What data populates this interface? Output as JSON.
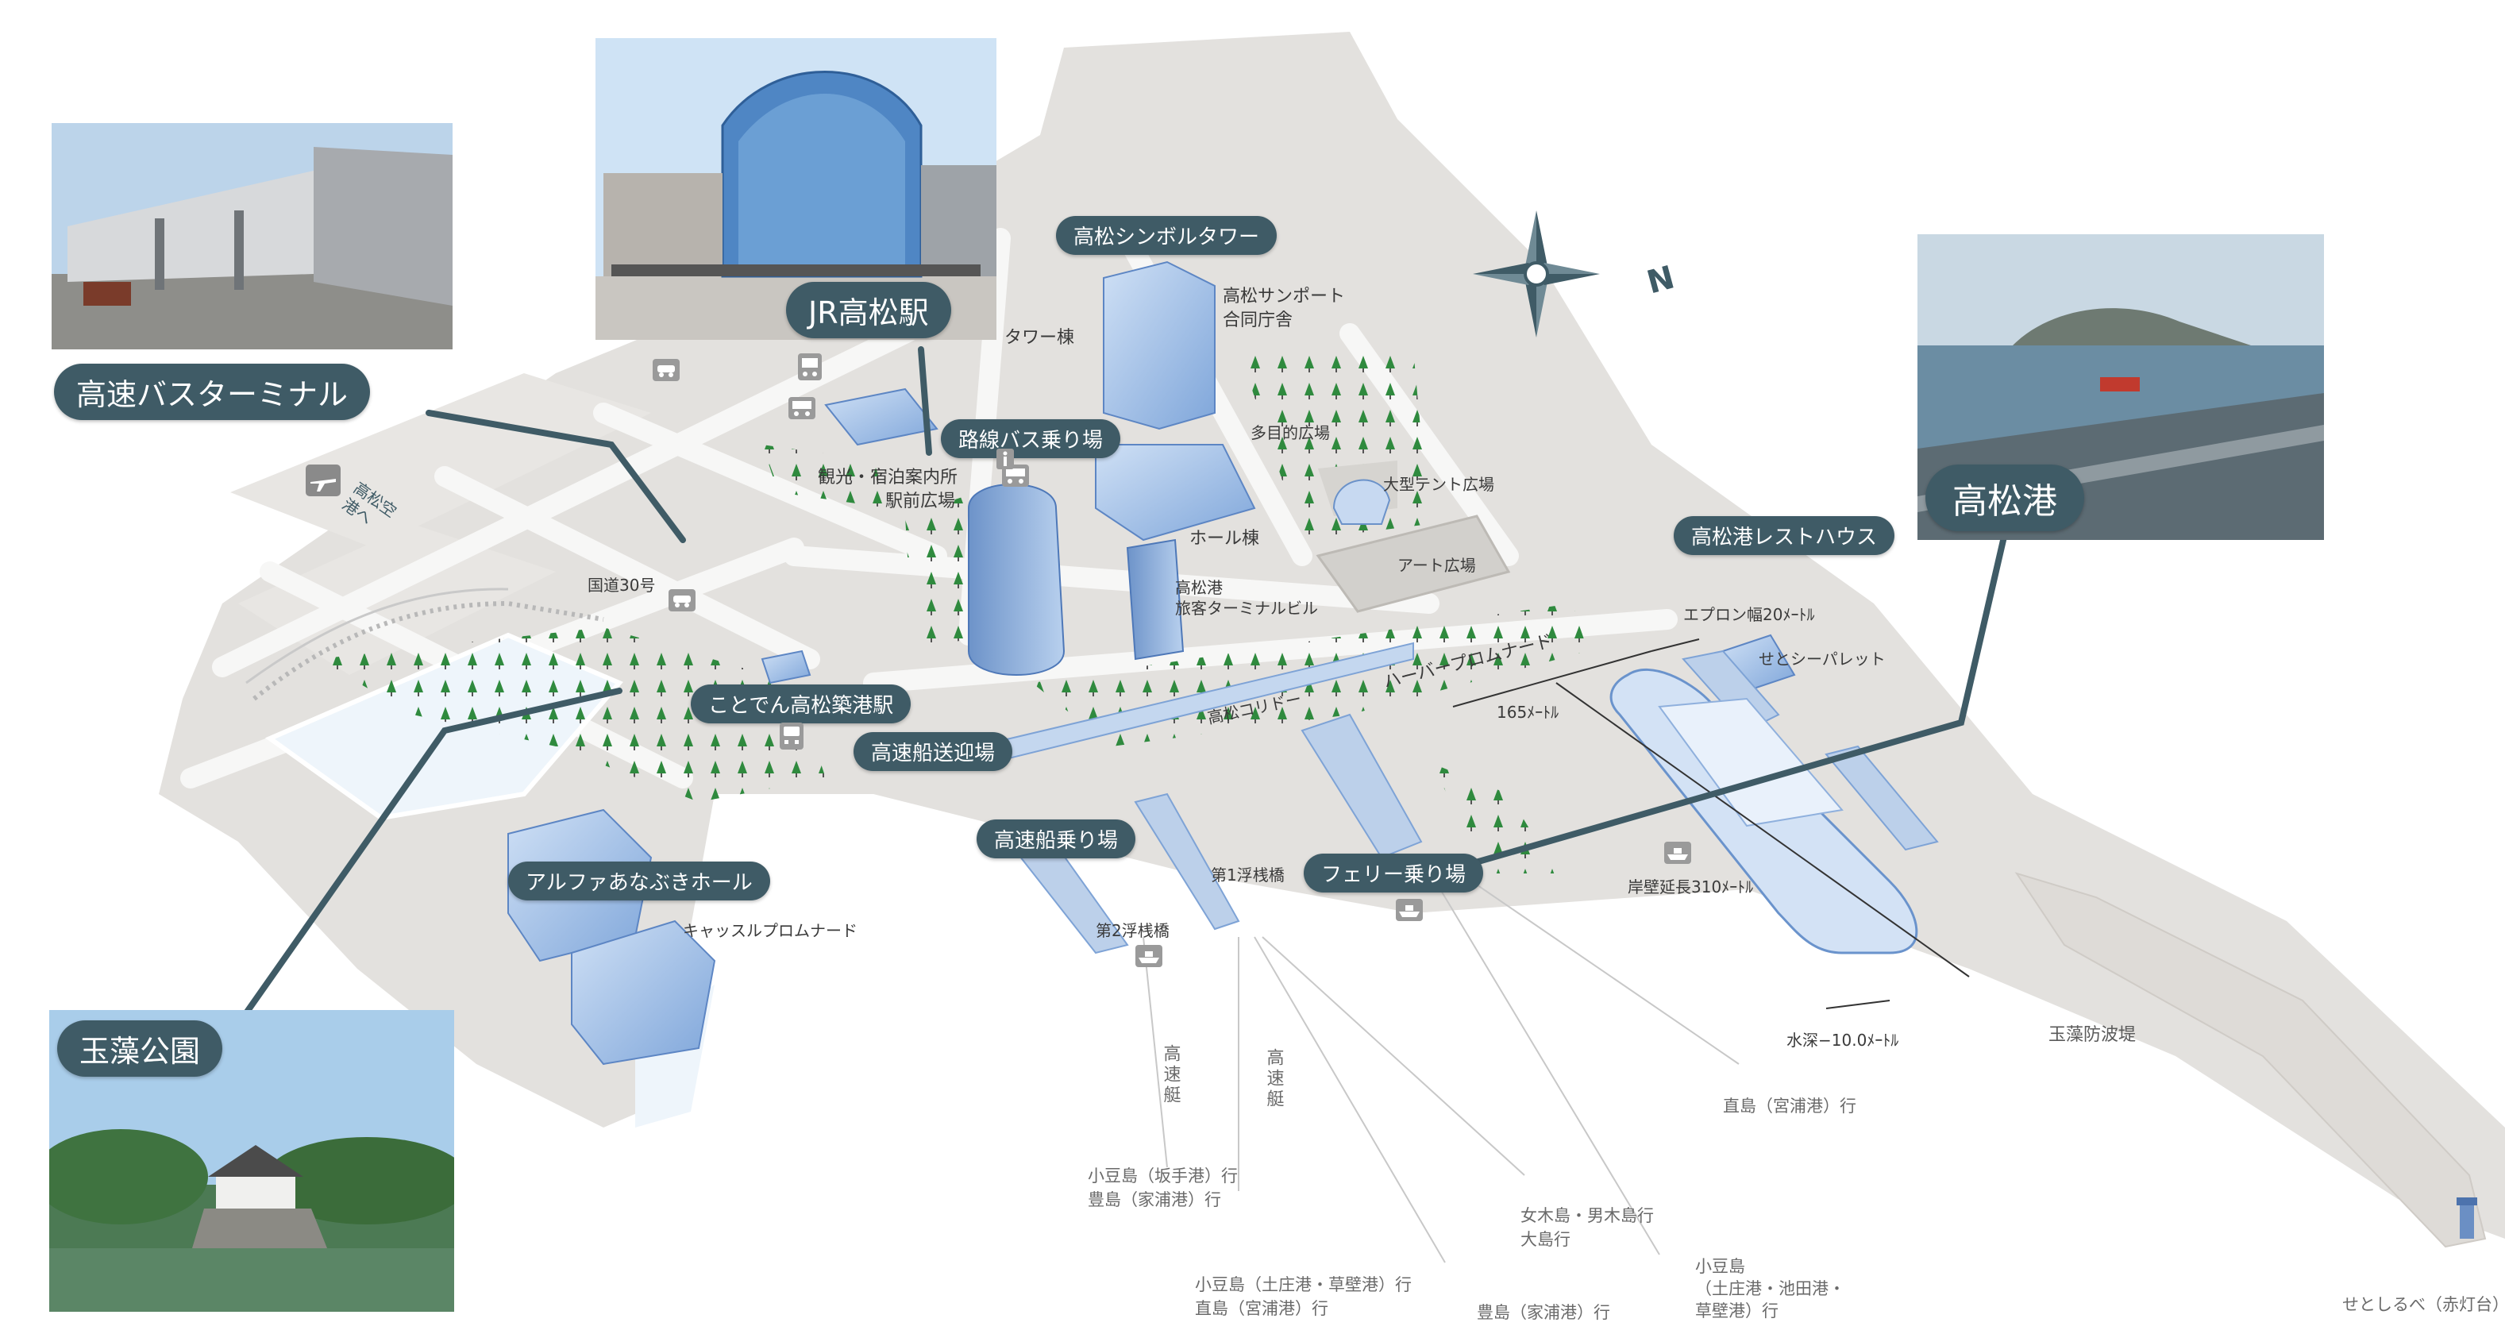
{
  "callouts": {
    "jr_station": "JR高松駅",
    "bus_terminal": "高速バスターミナル",
    "tamamo_park": "玉藻公園",
    "takamatsu_port": "高松港",
    "symbol_tower": "高松シンボルタワー",
    "route_bus": "路線バス乗り場",
    "kotoden_station": "ことでん高松築港駅",
    "hs_pickup": "高速船送迎場",
    "hs_pier": "高速船乗り場",
    "alpha_hall": "アルファあなぶきホール",
    "ferry_pier": "フェリー乗り場",
    "rest_house": "高松港レストハウス"
  },
  "labels": {
    "sunport": "高松サンポート",
    "gov_bldg": "合同庁舎",
    "tower_wing": "タワー棟",
    "plaza_multi": "多目的広場",
    "tent_plaza": "大型テント広場",
    "hall_wing": "ホール棟",
    "art_plaza": "アート広場",
    "port_name": "高松港",
    "terminal_bldg": "旅客ターミナルビル",
    "tourist_info": "観光・宿泊案内所",
    "station_plaza": "駅前広場",
    "route30": "国道30号",
    "airport_dir": "高松空港へ",
    "corridor": "高松コリドー",
    "harbor_prom": "ハーバープロムナード",
    "dist165": "165ﾒｰﾄﾙ",
    "apron": "エプロン幅20ﾒｰﾄﾙ",
    "seto_pallet": "せとシーパレット",
    "pier1": "第1浮桟橋",
    "pier2": "第2浮桟橋",
    "castle_prom": "キャッスルプロムナード",
    "quay": "岸壁延長310ﾒｰﾄﾙ",
    "depth": "水深−10.0ﾒｰﾄﾙ",
    "breakwater": "玉藻防波堤",
    "naoshima": "直島（宮浦港）行",
    "shodo_sakate_1": "小豆島（坂手港）行",
    "shodo_sakate_2": "豊島（家浦港）行",
    "megi_1": "女木島・男木島行",
    "megi_2": "大島行",
    "shodo_tonosho_1": "小豆島（土庄港・草壁港）行",
    "shodo_tonosho_2": "直島（宮浦港）行",
    "teshima": "豊島（家浦港）行",
    "shodo_ikeda_1": "小豆島",
    "shodo_ikeda_2": "（土庄港・池田港・",
    "shodo_ikeda_3": "草壁港）行",
    "hs_vert_1": "高速艇",
    "hs_vert_2": "高速艇",
    "lighthouse": "せとしるべ（赤灯台）"
  },
  "compass": {
    "north_mark": "N"
  },
  "icons": [
    "car-icon",
    "bus-icon",
    "train-icon",
    "airplane-icon",
    "ship-icon",
    "info-icon"
  ],
  "colors": {
    "callout_bg": "#3f5b66",
    "ground": "#e3e1de",
    "road": "#f7f7f6",
    "building": "#a9c6ea",
    "tree": "#2f8a3e",
    "leader_line": "#3f5b66"
  }
}
